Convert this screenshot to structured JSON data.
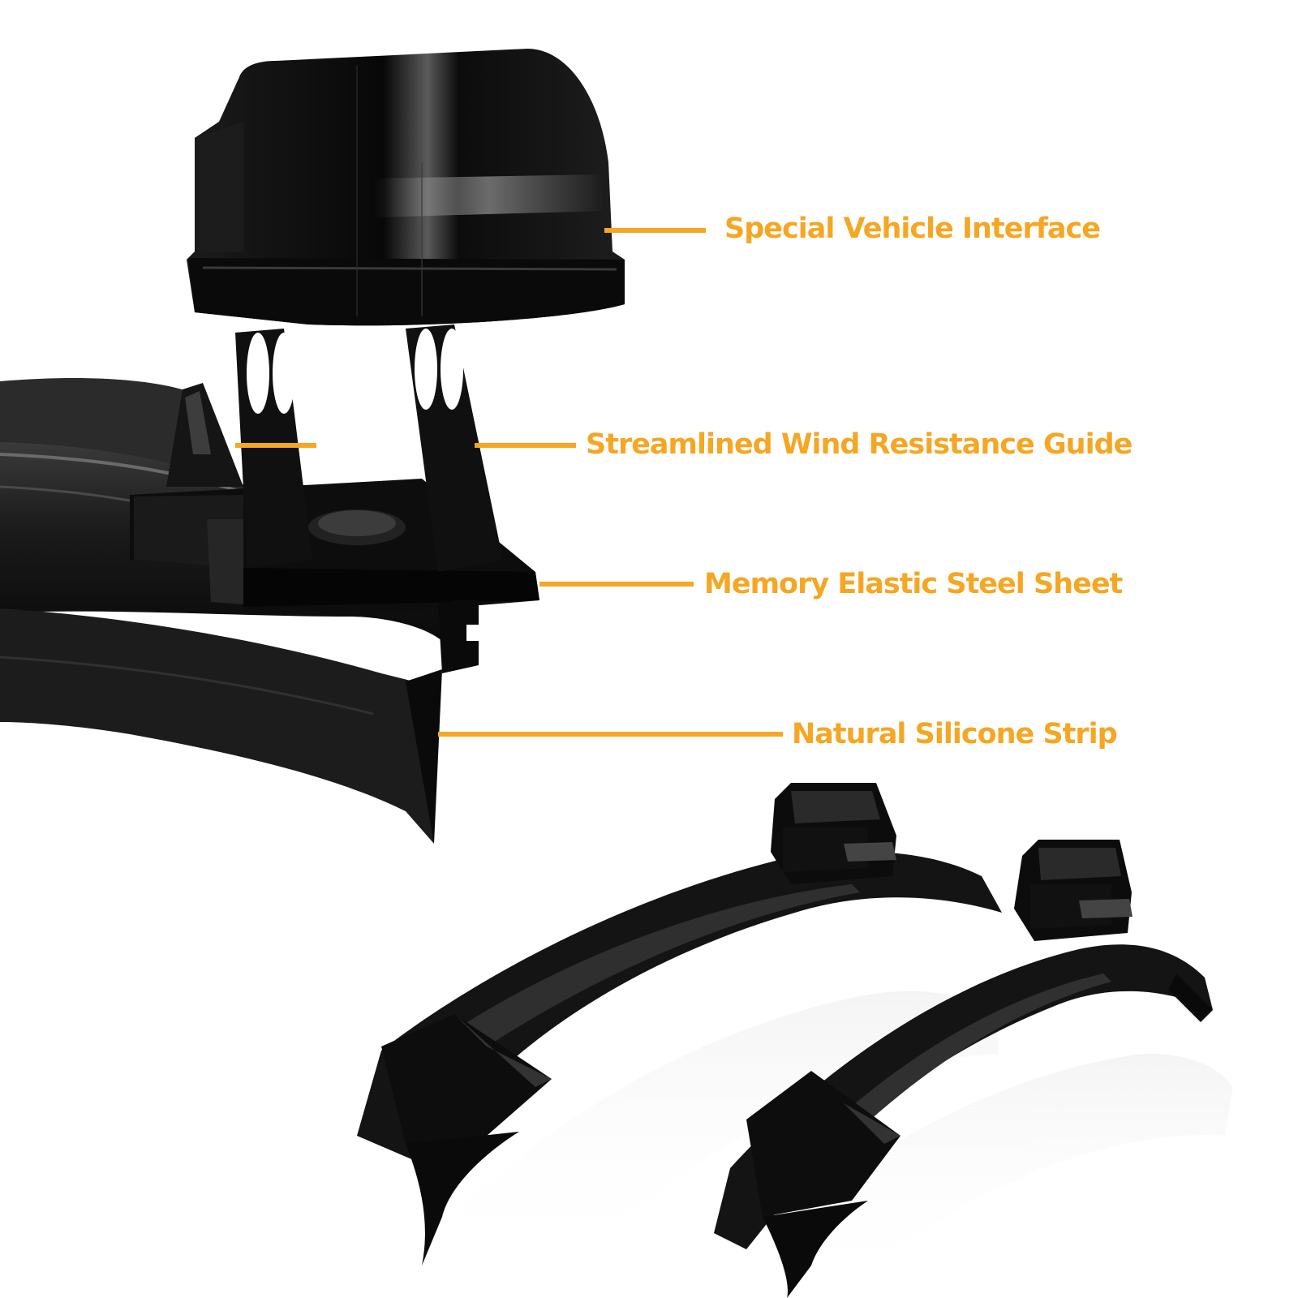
{
  "colors": {
    "accent": "#F5A623",
    "product": "#111111",
    "background": "#FFFFFF"
  },
  "callouts": [
    {
      "label": "Special Vehicle Interface"
    },
    {
      "label": "Streamlined Wind Resistance Guide"
    },
    {
      "label": "Memory Elastic Steel Sheet"
    },
    {
      "label": "Natural Silicone Strip"
    }
  ],
  "illustration": {
    "closeup": "wiper-blade-connector-closeup",
    "product": "wiper-blade-pair"
  }
}
